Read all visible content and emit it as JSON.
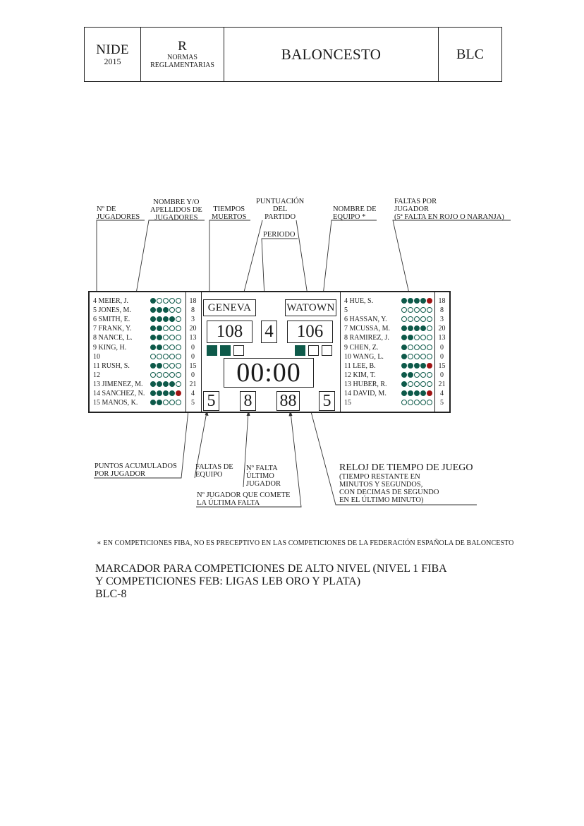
{
  "header": {
    "nide": "NIDE",
    "year": "2015",
    "r": "R",
    "r_sub1": "NORMAS",
    "r_sub2": "REGLAMENTARIAS",
    "title": "BALONCESTO",
    "code": "BLC"
  },
  "labels": {
    "num_jugadores": [
      "Nº DE",
      "JUGADORES"
    ],
    "nombre": [
      "NOMBRE Y/O",
      "APELLIDOS DE",
      "JUGADORES"
    ],
    "tiempos": [
      "TIEMPOS",
      "MUERTOS"
    ],
    "puntuacion": [
      "PUNTUACIÓN",
      "DEL",
      "PARTIDO"
    ],
    "nombre_equipo": [
      "NOMBRE DE",
      "EQUIPO *"
    ],
    "faltas_jugador": [
      "FALTAS POR",
      "JUGADOR",
      "(5ª FALTA EN ROJO O NARANJA)"
    ],
    "periodo": "PERIODO",
    "puntos_acum": [
      "PUNTOS ACUMULADOS",
      "POR JUGADOR"
    ],
    "faltas_equipo": [
      "FALTAS DE",
      "EQUIPO"
    ],
    "falta_ultimo": [
      "Nº FALTA",
      "ÚLTIMO",
      "JUGADOR"
    ],
    "jugador_falta": [
      "Nº JUGADOR QUE COMETE",
      "LA ÚLTIMA FALTA"
    ],
    "reloj_title": "RELOJ DE TIEMPO DE JUEGO",
    "reloj_sub": [
      "(TIEMPO RESTANTE EN",
      "MINUTOS Y SEGUNDOS,",
      "CON DECIMAS DE SEGUNDO",
      "EN EL ÚLTIMO MINUTO)"
    ]
  },
  "scoreboard": {
    "home_team": "GENEVA",
    "away_team": "WATOWN",
    "home_score": "108",
    "away_score": "106",
    "period": "4",
    "clock": "00:00",
    "home_fouls": "5",
    "last_player_fouls": "8",
    "last_player_number": "88",
    "away_fouls": "5",
    "home_timeouts_used": 2,
    "away_timeouts_used": 1,
    "colors": {
      "foul_dot": "#0e5a4a",
      "fifth_foul": "#9e1414"
    },
    "home_players": [
      {
        "num": "4",
        "name": "MEIER, J.",
        "fouls": 1,
        "pts": "18"
      },
      {
        "num": "5",
        "name": "JONES, M.",
        "fouls": 3,
        "pts": "8"
      },
      {
        "num": "6",
        "name": "SMITH, E.",
        "fouls": 4,
        "pts": "3"
      },
      {
        "num": "7",
        "name": "FRANK, Y.",
        "fouls": 2,
        "pts": "20"
      },
      {
        "num": "8",
        "name": "NANCE, L.",
        "fouls": 2,
        "pts": "13"
      },
      {
        "num": "9",
        "name": "KING, H.",
        "fouls": 2,
        "pts": "0"
      },
      {
        "num": "10",
        "name": "",
        "fouls": 0,
        "pts": "0"
      },
      {
        "num": "11",
        "name": "RUSH, S.",
        "fouls": 2,
        "pts": "15"
      },
      {
        "num": "12",
        "name": "",
        "fouls": 0,
        "pts": "0"
      },
      {
        "num": "13",
        "name": "JIMENEZ, M.",
        "fouls": 4,
        "pts": "21"
      },
      {
        "num": "14",
        "name": "SANCHEZ, N.",
        "fouls": 5,
        "pts": "4"
      },
      {
        "num": "15",
        "name": "MANOS, K.",
        "fouls": 2,
        "pts": "5"
      }
    ],
    "away_players": [
      {
        "num": "4",
        "name": "HUE, S.",
        "fouls": 5,
        "pts": "18"
      },
      {
        "num": "5",
        "name": "",
        "fouls": 0,
        "pts": "8"
      },
      {
        "num": "6",
        "name": "HASSAN, Y.",
        "fouls": 0,
        "pts": "3"
      },
      {
        "num": "7",
        "name": "MCUSSA, M.",
        "fouls": 4,
        "pts": "20"
      },
      {
        "num": "8",
        "name": "RAMIREZ, J.",
        "fouls": 2,
        "pts": "13"
      },
      {
        "num": "9",
        "name": "CHEN, Z.",
        "fouls": 1,
        "pts": "0"
      },
      {
        "num": "10",
        "name": "WANG, L.",
        "fouls": 1,
        "pts": "0"
      },
      {
        "num": "11",
        "name": "LEE, B.",
        "fouls": 5,
        "pts": "15"
      },
      {
        "num": "12",
        "name": "KIM, T.",
        "fouls": 2,
        "pts": "0"
      },
      {
        "num": "13",
        "name": "HUBER, R.",
        "fouls": 1,
        "pts": "21"
      },
      {
        "num": "14",
        "name": "DAVID, M.",
        "fouls": 5,
        "pts": "4"
      },
      {
        "num": "15",
        "name": "",
        "fouls": 0,
        "pts": "5"
      }
    ]
  },
  "footer": {
    "note": "∗ EN COMPETICIONES FIBA, NO ES PRECEPTIVO EN LAS COMPETICIONES DE LA FEDERACIÓN ESPAÑOLA DE BALONCESTO",
    "caption_line1": "MARCADOR PARA COMPETICIONES DE ALTO NIVEL (NIVEL 1 FIBA",
    "caption_line2": "Y COMPETICIONES FEB: LIGAS LEB ORO Y PLATA)",
    "figure_code": "BLC-8"
  }
}
